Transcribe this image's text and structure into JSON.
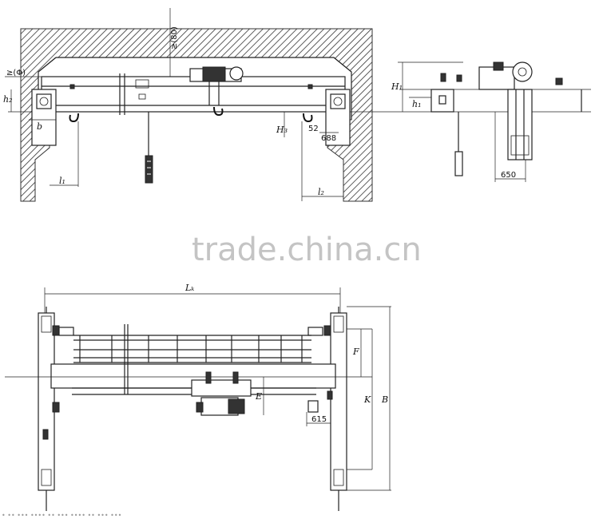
{
  "watermark": "trade.china.cn",
  "front_view": {
    "labels": {
      "gap_top": "≥(80)",
      "gap_left": "≥(Φ)",
      "h2": "h₂",
      "b": "b",
      "h3": "H₃",
      "dim_52": "52",
      "dim_688": "688",
      "l1": "l₁",
      "l2": "l₂"
    }
  },
  "side_view": {
    "labels": {
      "h1": "H₁",
      "h1b": "h₁",
      "dim_650": "650"
    }
  },
  "plan_view": {
    "labels": {
      "span": "Lₖ",
      "f": "F",
      "e": "E",
      "k": "K",
      "b": "B",
      "dim_615": "615"
    }
  },
  "footer": "• •• ••• •••• •• ••• •••• •• ••• •••"
}
